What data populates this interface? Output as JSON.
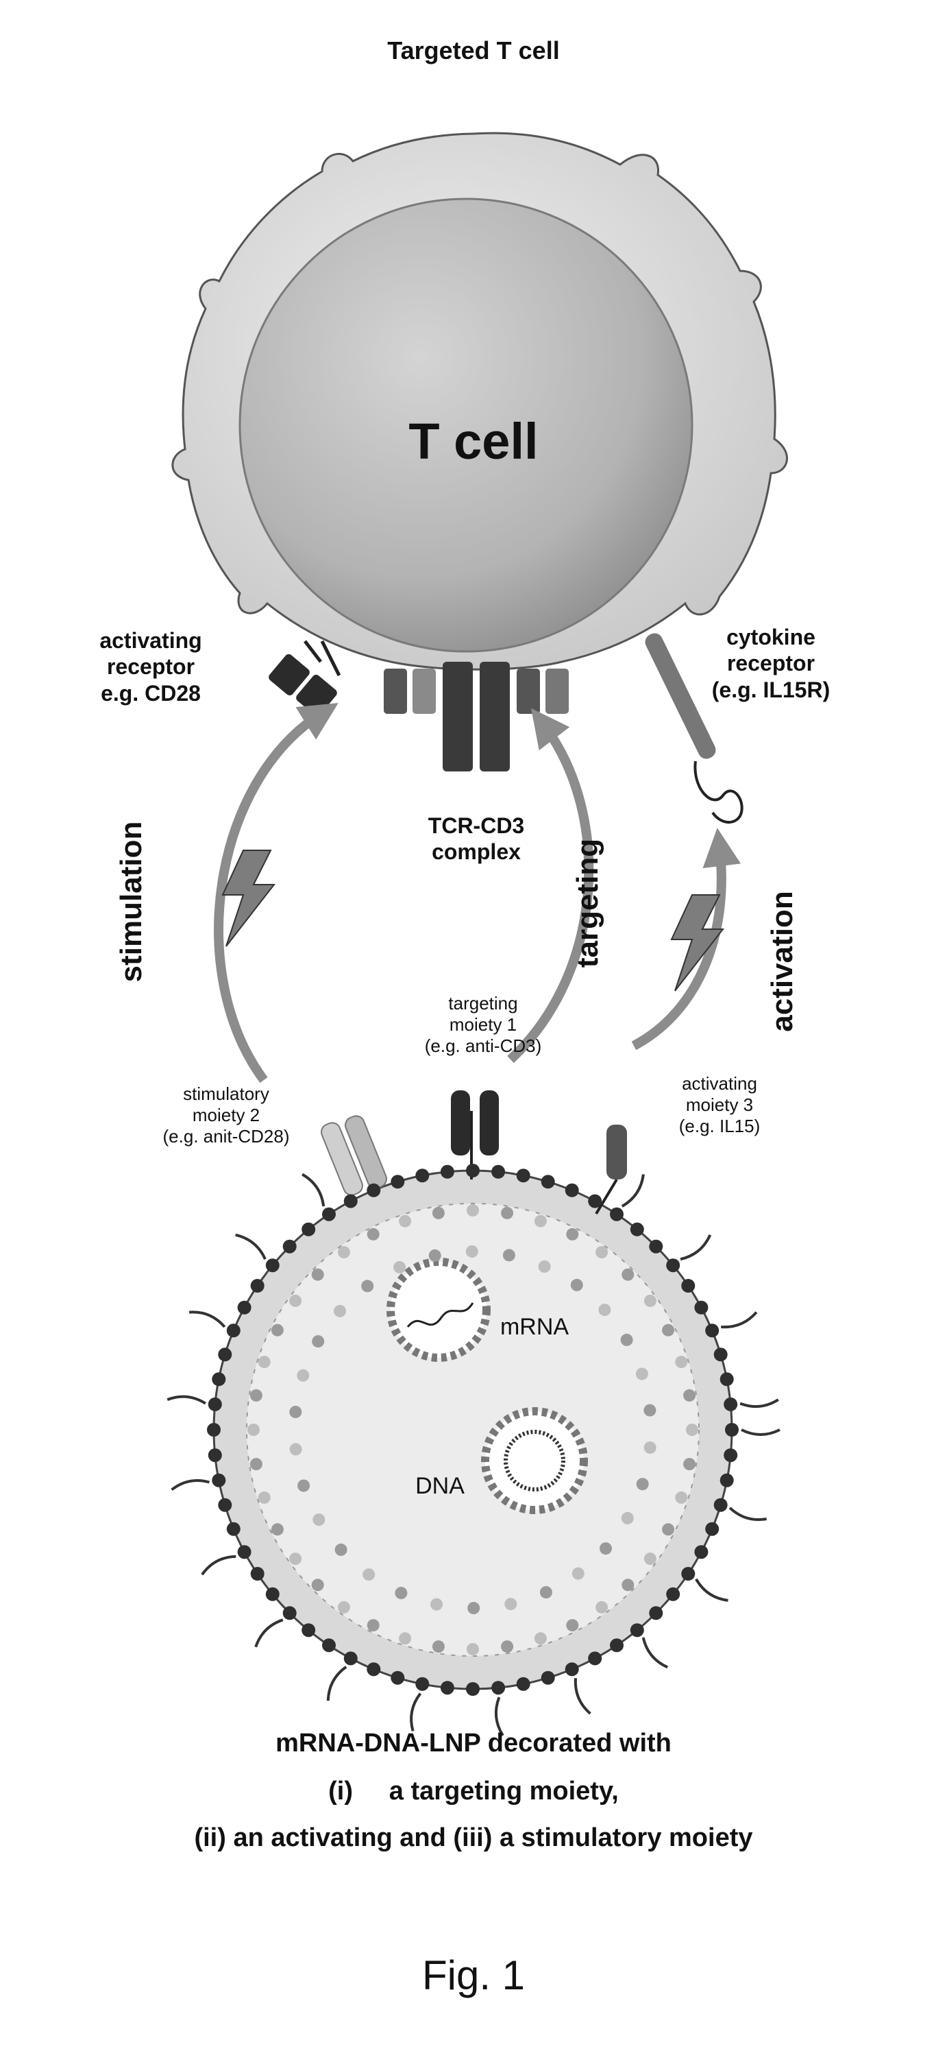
{
  "title": "Targeted T cell",
  "cell_label": "T cell",
  "labels": {
    "activating_receptor": [
      "activating",
      "receptor",
      "e.g. CD28"
    ],
    "cytokine_receptor": [
      "cytokine",
      "receptor",
      "(e.g. IL15R)"
    ],
    "tcr_complex": [
      "TCR-CD3",
      "complex"
    ],
    "stimulation": "stimulation",
    "targeting": "targeting",
    "activation": "activation",
    "targeting_moiety": [
      "targeting",
      "moiety 1",
      "(e.g. anti-CD3)"
    ],
    "stimulatory_moiety": [
      "stimulatory",
      "moiety 2",
      "(e.g. anit-CD28)"
    ],
    "activating_moiety": [
      "activating",
      "moiety 3",
      "(e.g. IL15)"
    ],
    "mrna": "mRNA",
    "dna": "DNA"
  },
  "caption": {
    "line1": "mRNA-DNA-LNP decorated with",
    "line2": "(i)     a targeting moiety,",
    "line3": "(ii) an activating and (iii) a stimulatory moiety"
  },
  "figure_label": "Fig. 1",
  "colors": {
    "arrow": "#8c8c8c",
    "cell_outer": "#dcdcdc",
    "nucleus": "#b9b9b9",
    "dark_receptor": "#2b2b2b",
    "lnp_interior": "#ececec"
  },
  "icons": [
    "lightning-bolt-icon"
  ]
}
